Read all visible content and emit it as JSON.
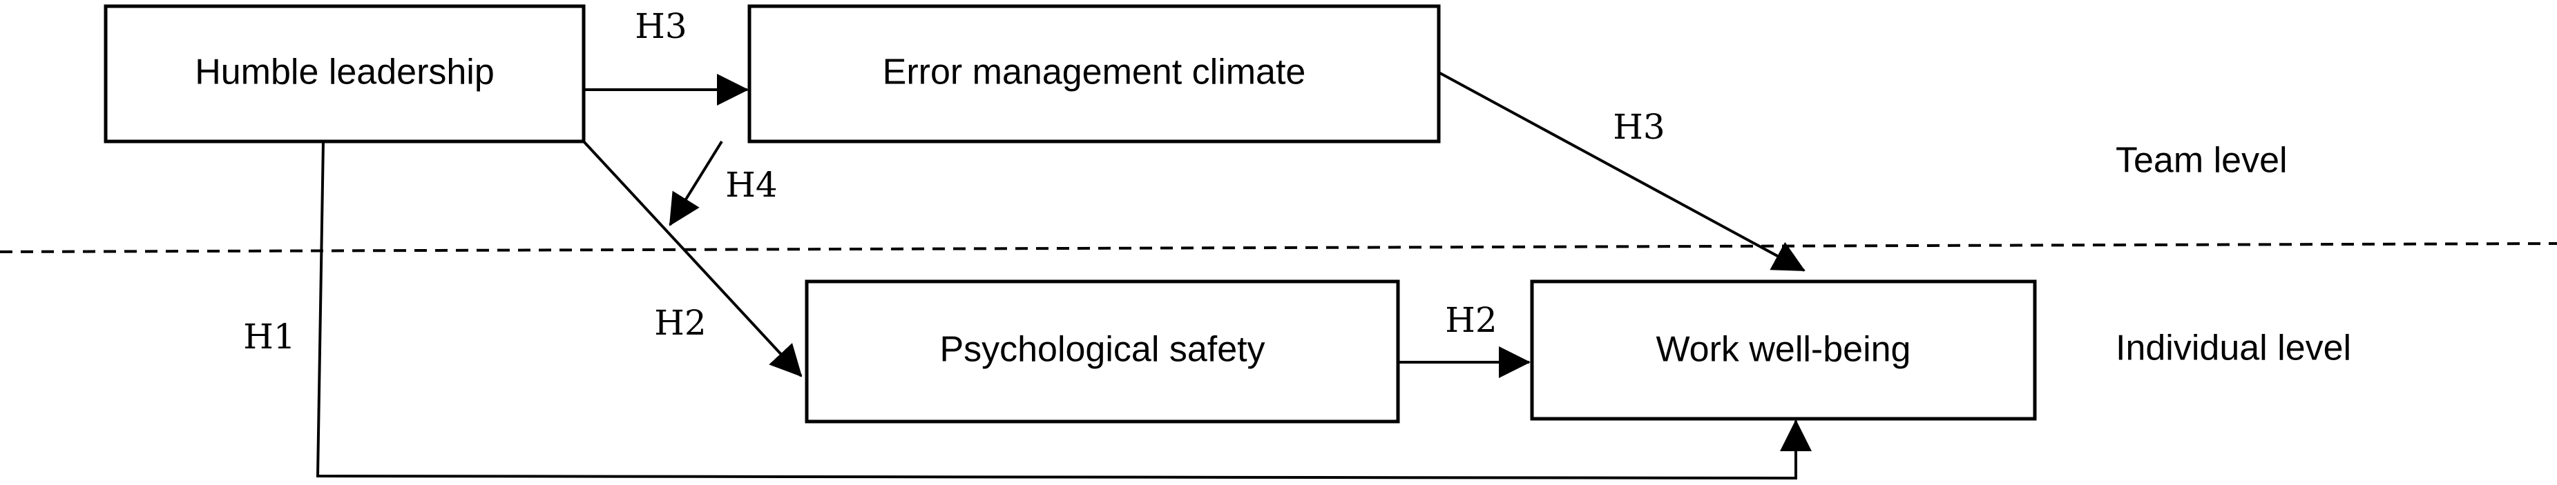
{
  "constructs": {
    "humble_leadership": "Humble leadership",
    "error_management_climate": "Error management climate",
    "psychological_safety": "Psychological safety",
    "work_well_being": "Work well-being"
  },
  "hypotheses": {
    "h1": "H1",
    "h2_path_a": "H2",
    "h2_path_b": "H2",
    "h3_path_a": "H3",
    "h3_path_b": "H3",
    "h4": "H4"
  },
  "levels": {
    "team": "Team level",
    "individual": "Individual level"
  }
}
